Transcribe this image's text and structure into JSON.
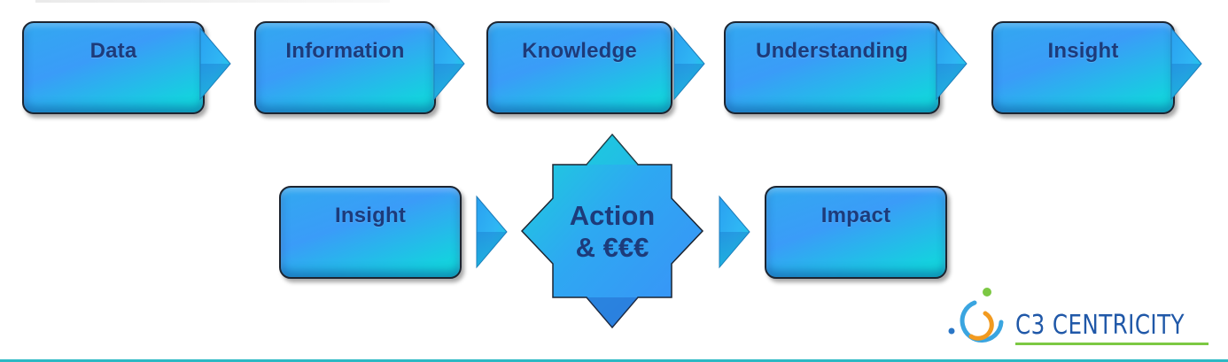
{
  "diagram": {
    "row1": [
      {
        "label": "Data"
      },
      {
        "label": "Information"
      },
      {
        "label": "Knowledge"
      },
      {
        "label": "Understanding"
      },
      {
        "label": "Insight"
      }
    ],
    "row2": {
      "left": {
        "label": "Insight"
      },
      "center": {
        "line1": "Action",
        "line2": "& €€€"
      },
      "right": {
        "label": "Impact"
      }
    }
  },
  "logo": {
    "text": "C3 CENTRICITY",
    "colors": {
      "text": "#2058a8",
      "ring": "#3aa5e0",
      "orange": "#f29a1f",
      "green": "#7cc843"
    }
  },
  "colors": {
    "box_gradient_start": "#32a8f0",
    "box_gradient_end": "#10dcd6",
    "label_text": "#1d3b7a",
    "border": "#1c2430",
    "accent_line": "#2bb9c4"
  }
}
